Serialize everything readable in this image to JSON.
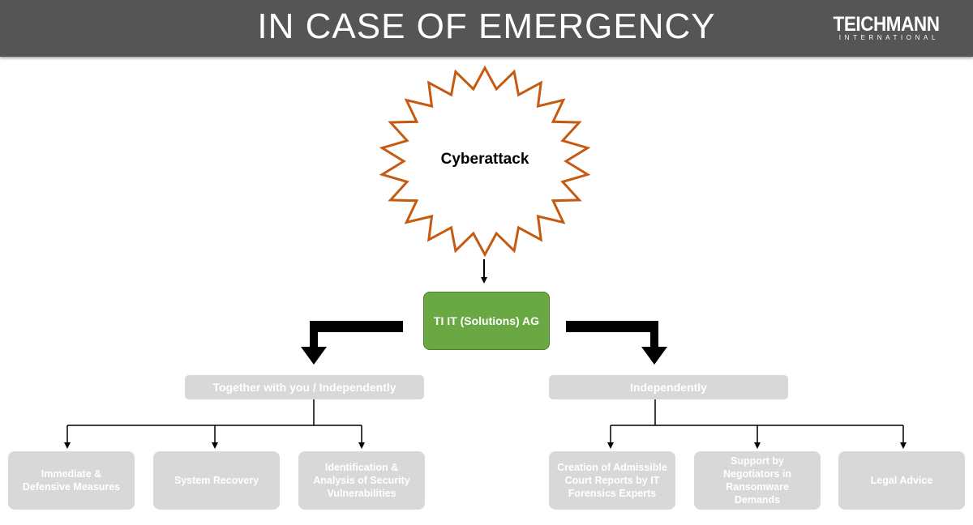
{
  "header": {
    "title": "IN CASE OF EMERGENCY",
    "logo_name": "TEICHMANN",
    "logo_sub": "INTERNATIONAL"
  },
  "diagram": {
    "burst_label": "Cyberattack",
    "center_label": "TI IT (Solutions) AG",
    "left_branch": {
      "label": "Together with you / Independently",
      "items": [
        "Immediate & Defensive Measures",
        "System Recovery",
        "Identification & Analysis of Security Vulnerabilities"
      ]
    },
    "right_branch": {
      "label": "Independently",
      "items": [
        "Creation of Admissible Court Reports by IT Forensics Experts",
        "Support by Negotiators in Ransomware Demands",
        "Legal Advice"
      ]
    }
  },
  "colors": {
    "header_bg": "#555555",
    "burst_stroke": "#c55a11",
    "center_fill": "#6aa843",
    "gray_box": "#d8d8d8"
  }
}
